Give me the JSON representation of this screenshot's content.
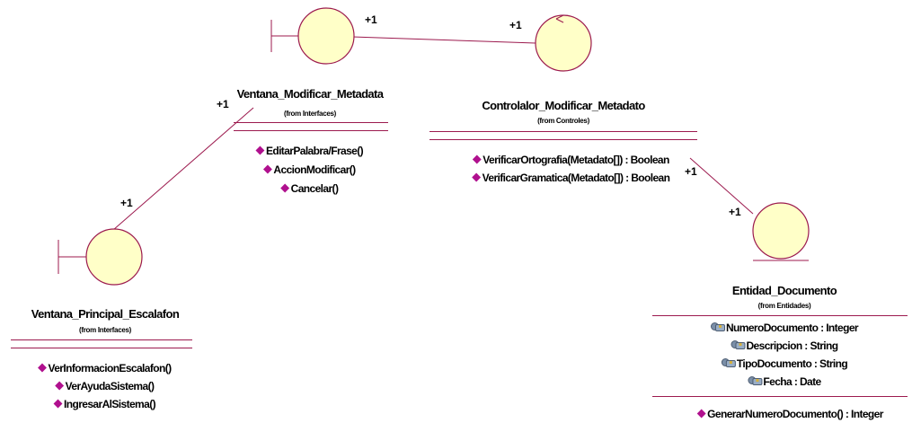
{
  "colors": {
    "circle_fill": "#ffffc8",
    "stroke": "#9c1a4e",
    "operation_marker": "#b0108e",
    "attribute_icon": "#7b8fa8"
  },
  "classes": {
    "ventana_modificar": {
      "name": "Ventana_Modificar_Metadata",
      "from": "(from Interfaces)",
      "stereotype": "boundary",
      "operations": [
        "EditarPalabra/Frase()",
        "AccionModificar()",
        "Cancelar()"
      ]
    },
    "controlador": {
      "name": "Controlalor_Modificar_Metadato",
      "from": "(from Controles)",
      "stereotype": "control",
      "operations": [
        "VerificarOrtografia(Metadato[]) : Boolean",
        "VerificarGramatica(Metadato[]) : Boolean"
      ]
    },
    "ventana_principal": {
      "name": "Ventana_Principal_Escalafon",
      "from": "(from Interfaces)",
      "stereotype": "boundary",
      "operations": [
        "VerInformacionEscalafon()",
        "VerAyudaSistema()",
        "IngresarAlSistema()"
      ]
    },
    "entidad": {
      "name": "Entidad_Documento",
      "from": "(from Entidades)",
      "stereotype": "entity",
      "attributes": [
        "NumeroDocumento : Integer",
        "Descripcion : String",
        "TipoDocumento : String",
        "Fecha : Date"
      ],
      "operations": [
        "GenerarNumeroDocumento() : Integer"
      ]
    }
  },
  "associations": [
    {
      "from": "ventana_modificar",
      "to": "controlador",
      "from_multiplicity": "+1",
      "to_multiplicity": "+1"
    },
    {
      "from": "ventana_modificar",
      "to": "ventana_principal",
      "from_multiplicity": "+1",
      "to_multiplicity": "+1"
    },
    {
      "from": "controlador",
      "to": "entidad",
      "from_multiplicity": "+1",
      "to_multiplicity": "+1"
    }
  ]
}
